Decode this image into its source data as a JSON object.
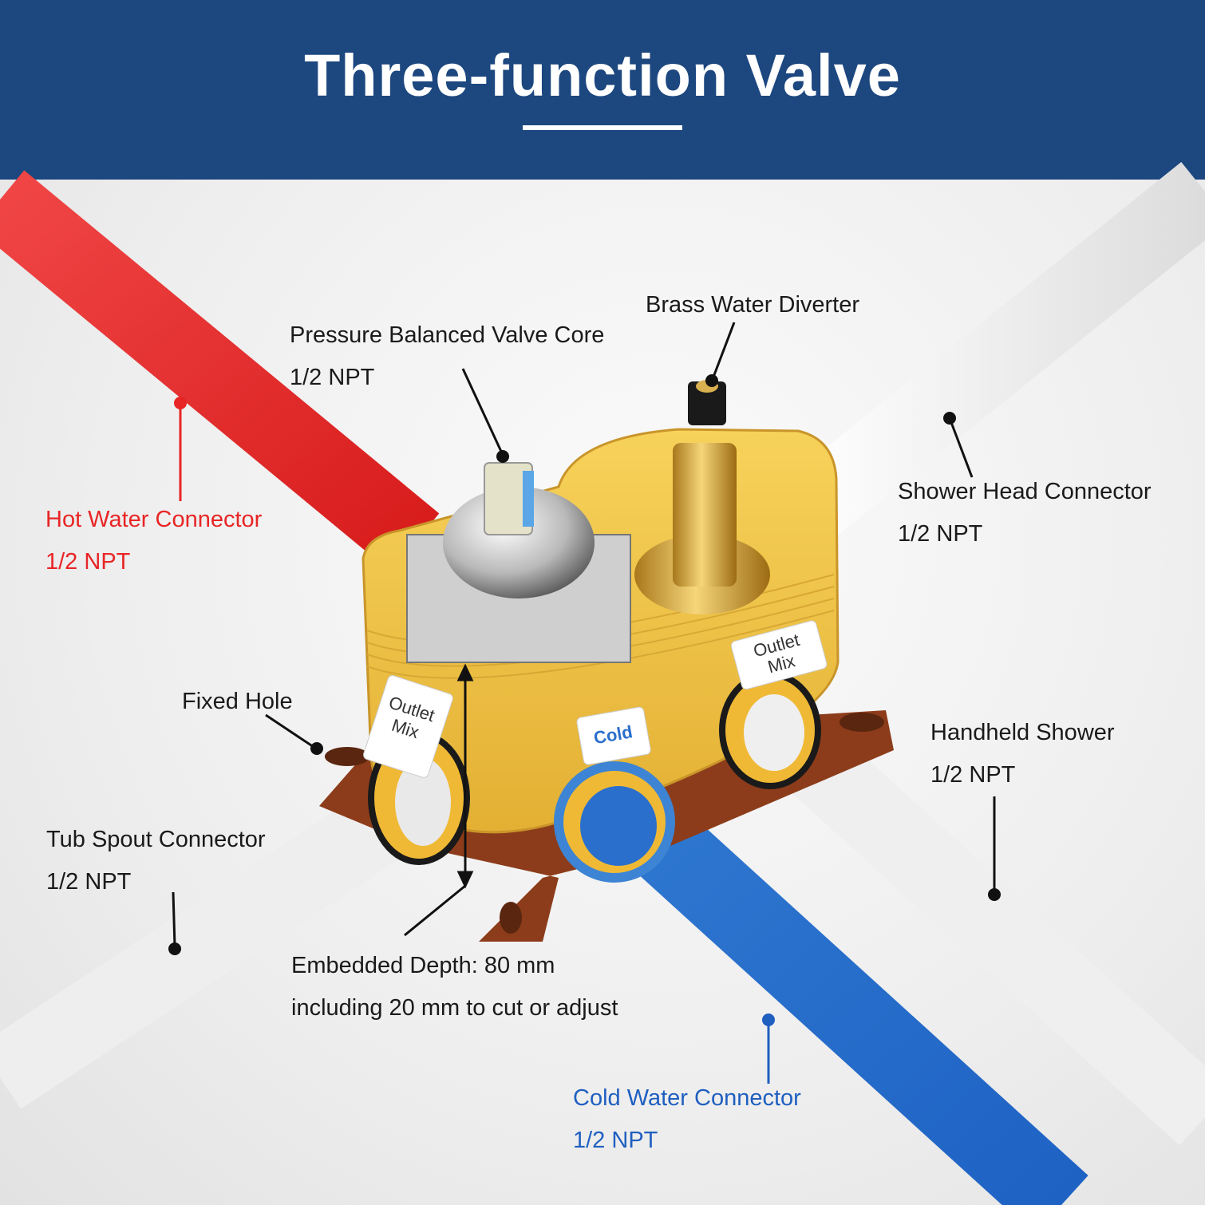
{
  "header": {
    "title": "Three-function Valve"
  },
  "valve_tags": {
    "left_outlet": "Outlet\nMix",
    "right_outlet": "Outlet\nMix",
    "cold_inlet": "Cold"
  },
  "labels": {
    "pressure_core": {
      "line1": "Pressure Balanced Valve Core",
      "line2": "1/2 NPT"
    },
    "brass_diverter": {
      "line1": "Brass Water Diverter"
    },
    "hot_connector": {
      "line1": "Hot Water Connector",
      "line2": "1/2 NPT"
    },
    "shower_head": {
      "line1": "Shower Head Connector",
      "line2": "1/2 NPT"
    },
    "fixed_hole": {
      "line1": "Fixed Hole"
    },
    "handheld_shower": {
      "line1": "Handheld Shower",
      "line2": "1/2 NPT"
    },
    "tub_spout": {
      "line1": "Tub Spout Connector",
      "line2": "1/2 NPT"
    },
    "embedded_depth": {
      "line1": "Embedded Depth: 80 mm",
      "line2": "including 20 mm to cut or adjust"
    },
    "cold_connector": {
      "line1": "Cold Water Connector",
      "line2": "1/2 NPT"
    }
  },
  "colors": {
    "header_blue": "#1c477f",
    "hot_red": "#e82525",
    "cold_blue": "#1f5fc0",
    "valve_yellow": "#f0c64a",
    "pipe_white": "#f4f4f4"
  }
}
